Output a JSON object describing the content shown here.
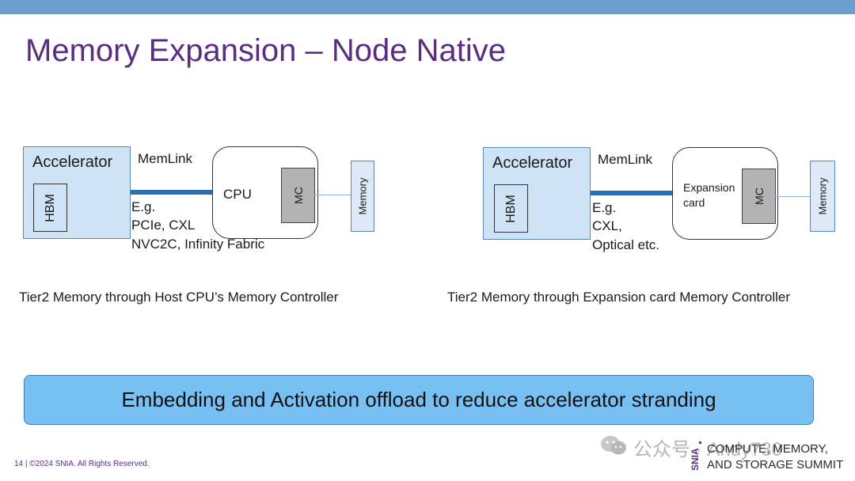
{
  "slide": {
    "title": "Memory Expansion – Node Native",
    "accent_color": "#5a2d82",
    "bar_color": "#6a9fd0"
  },
  "left_diagram": {
    "accelerator_label": "Accelerator",
    "hbm_label": "HBM",
    "link_label": "MemLink",
    "host_label": "CPU",
    "mc_label": "MC",
    "memory_label": "Memory",
    "example_lines": [
      "E.g.",
      "PCIe, CXL",
      "NVC2C, Infinity Fabric"
    ],
    "caption": "Tier2  Memory through Host CPU’s Memory Controller"
  },
  "right_diagram": {
    "accelerator_label": "Accelerator",
    "hbm_label": "HBM",
    "link_label": "MemLink",
    "host_label_lines": [
      "Expansion",
      "card"
    ],
    "mc_label": "MC",
    "memory_label": "Memory",
    "example_lines": [
      "E.g.",
      "CXL,",
      "Optical etc."
    ],
    "caption": "Tier2  Memory through Expansion card Memory Controller"
  },
  "banner": {
    "text": "Embedding and Activation offload to reduce accelerator stranding"
  },
  "footer": {
    "text": "14 | ©2024 SNIA. All Rights Reserved."
  },
  "watermark": {
    "text": "公众号 · Andy730"
  },
  "brand": {
    "logo": "SNIA",
    "line1": "COMPUTE, MEMORY,",
    "line2": "AND STORAGE SUMMIT"
  }
}
